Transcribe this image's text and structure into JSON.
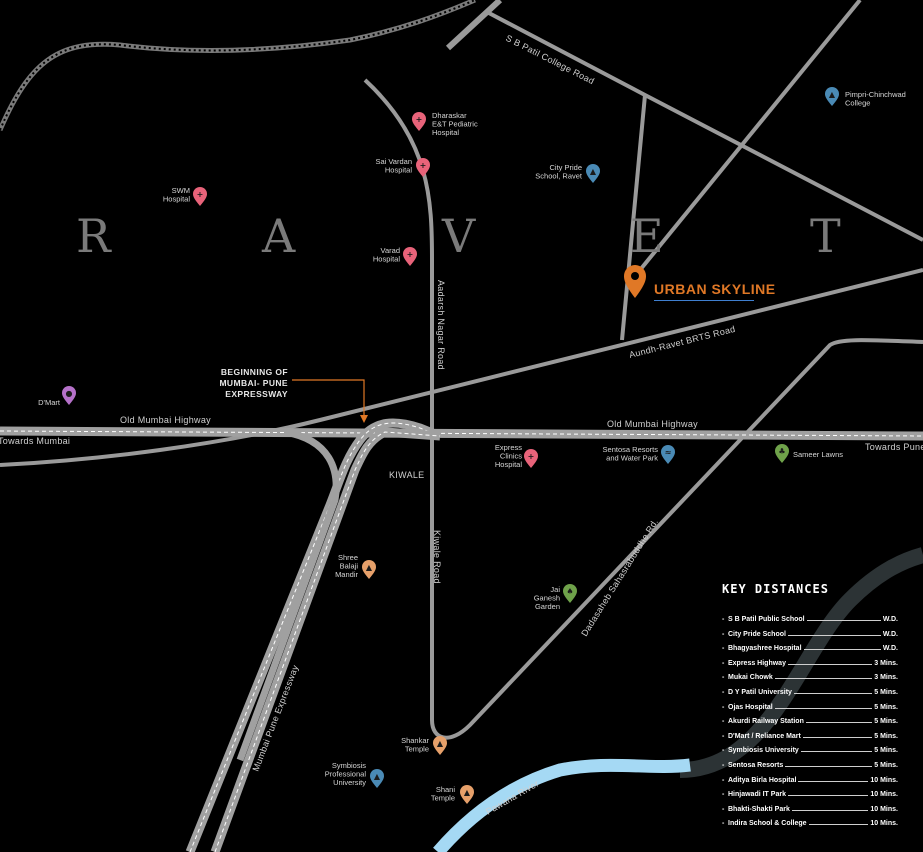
{
  "area_name_letters": [
    "R",
    "A",
    "V",
    "E",
    "T"
  ],
  "project": {
    "name": "URBAN SKYLINE",
    "pin_color": "#e07826",
    "accent_line": "#3f7fd0"
  },
  "annotation": {
    "lines": [
      "BEGINNING OF",
      "MUMBAI- PUNE",
      "EXPRESSWAY"
    ],
    "color": "#e07826"
  },
  "roads": {
    "sb_patil": "S B Patil College Road",
    "aadarsh": "Aadarsh Nagar Road",
    "brts": "Aundh-Ravet BRTS Road",
    "old_mumbai_left": "Old Mumbai Highway",
    "old_mumbai_right": "Old Mumbai Highway",
    "towards_mumbai": "Towards Mumbai",
    "towards_pune": "Towards Pune",
    "kiwale_road": "Kiwale Road",
    "dadasaheb": "Dadasaheb Sahasrabuddhe Rd.",
    "expressway": "Mumbai Pune Expressway",
    "kiwale": "KIWALE",
    "river": "Pawana River"
  },
  "pois": {
    "dharaskar": {
      "lines": [
        "Dharaskar",
        "E&T Pediatric",
        "Hospital"
      ],
      "type": "hospital",
      "color": "#e8637a"
    },
    "sai_vardan": {
      "lines": [
        "Sai Vardan",
        "Hospital"
      ],
      "type": "hospital",
      "color": "#e8637a"
    },
    "swm": {
      "lines": [
        "SWM",
        "Hospital"
      ],
      "type": "hospital",
      "color": "#e8637a"
    },
    "varad": {
      "lines": [
        "Varad",
        "Hospital"
      ],
      "type": "hospital",
      "color": "#e8637a"
    },
    "express_clinics": {
      "lines": [
        "Express",
        "Clinics",
        "Hospital"
      ],
      "type": "hospital",
      "color": "#e8637a"
    },
    "city_pride": {
      "lines": [
        "City Pride",
        "School, Ravet"
      ],
      "type": "school",
      "color": "#4a8ab5"
    },
    "pimpri": {
      "lines": [
        "Pimpri-Chinchwad",
        "College"
      ],
      "type": "school",
      "color": "#4a8ab5"
    },
    "symbiosis": {
      "lines": [
        "Symbiosis",
        "Professional",
        "University"
      ],
      "type": "school",
      "color": "#4a8ab5"
    },
    "dmart": {
      "lines": [
        "D'Mart"
      ],
      "type": "shop",
      "color": "#b571c9"
    },
    "sentosa": {
      "lines": [
        "Sentosa Resorts",
        "and Water Park"
      ],
      "type": "park",
      "color": "#4a8ab5"
    },
    "sameer": {
      "lines": [
        "Sameer Lawns"
      ],
      "type": "lawn",
      "color": "#6fa24a"
    },
    "shree_balaji": {
      "lines": [
        "Shree",
        "Balaji",
        "Mandir"
      ],
      "type": "temple",
      "color": "#e6a06a"
    },
    "jai_ganesh": {
      "lines": [
        "Jai",
        "Ganesh",
        "Garden"
      ],
      "type": "garden",
      "color": "#6fa24a"
    },
    "shankar": {
      "lines": [
        "Shankar",
        "Temple"
      ],
      "type": "temple",
      "color": "#e6a06a"
    },
    "shani": {
      "lines": [
        "Shani",
        "Temple"
      ],
      "type": "temple",
      "color": "#e6a06a"
    }
  },
  "key_distances": {
    "title": "KEY DISTANCES",
    "items": [
      {
        "place": "S B Patil Public School",
        "value": "W.D."
      },
      {
        "place": "City Pride School",
        "value": "W.D."
      },
      {
        "place": "Bhagyashree Hospital",
        "value": "W.D."
      },
      {
        "place": "Express Highway",
        "value": "3 Mins."
      },
      {
        "place": "Mukai Chowk",
        "value": "3 Mins."
      },
      {
        "place": "D Y Patil University",
        "value": "5 Mins."
      },
      {
        "place": "Ojas Hospital",
        "value": "5 Mins."
      },
      {
        "place": "Akurdi Railway Station",
        "value": "5 Mins."
      },
      {
        "place": "D'Mart / Reliance Mart",
        "value": "5 Mins."
      },
      {
        "place": "Symbiosis University",
        "value": "5 Mins."
      },
      {
        "place": "Sentosa Resorts",
        "value": "5 Mins."
      },
      {
        "place": "Aditya Birla Hospital",
        "value": "10 Mins."
      },
      {
        "place": "Hinjawadi IT Park",
        "value": "10 Mins."
      },
      {
        "place": "Bhakti-Shakti Park",
        "value": "10 Mins."
      },
      {
        "place": "Indira School & College",
        "value": "10 Mins."
      }
    ]
  }
}
